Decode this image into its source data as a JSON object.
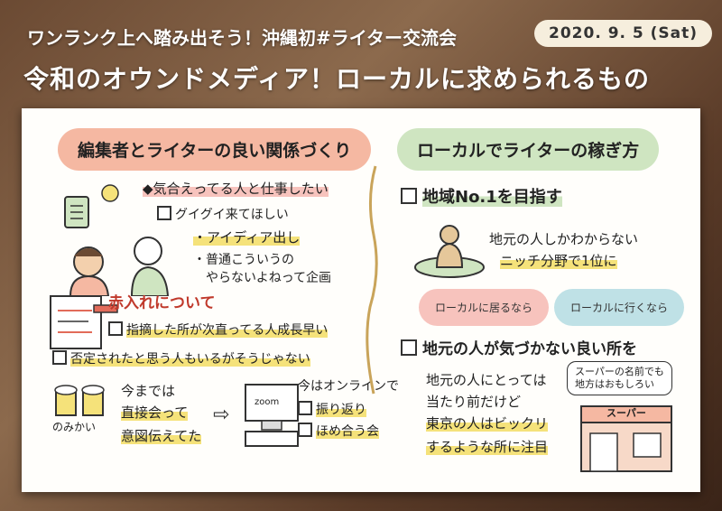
{
  "header": {
    "subtitle": "ワンランク上へ踏み出そう！沖縄初#ライター交流会",
    "title": "令和のオウンドメディア！ローカルに求められるもの",
    "date": "2020. 9. 5 (Sat)"
  },
  "left": {
    "heading": "編集者とライターの良い関係づくり",
    "point1": "◆気合えってる人と仕事したい",
    "point1_sub1": "グイグイ来てほしい",
    "bullet1": "・アイディア出し",
    "bullet2": "・普通こういうの",
    "bullet2_cont": "やらないよねって企画",
    "point2_title": "赤入れについて",
    "point2_sub1": "指摘した所が次直ってる人成長早い",
    "point2_sub2": "否定されたと思う人もいるがそうじゃない",
    "drink_label": "のみかい",
    "past_line1": "今までは",
    "past_line2": "直接会って",
    "past_line3": "意図伝えてた",
    "zoom_label": "zoom",
    "now_title": "今はオンラインで",
    "now_item1": "振り返り",
    "now_item2": "ほめ合う会"
  },
  "right": {
    "heading": "ローカルでライターの稼ぎ方",
    "point1": "地域No.1を目指す",
    "point1_line1": "地元の人しかわからない",
    "point1_line2": "ニッチ分野で1位に",
    "blob1": "ローカルに居るなら",
    "blob2": "ローカルに行くなら",
    "point2": "地元の人が気づかない良い所を",
    "point2_line1": "地元の人にとっては",
    "point2_line2": "当たり前だけど",
    "point2_line3": "東京の人はビックリ",
    "point2_line4": "するような所に注目",
    "bubble_line1": "スーパーの名前でも",
    "bubble_line2": "地方はおもしろい",
    "shop_sign": "スーパー"
  },
  "colors": {
    "pink": "#f5b8a2",
    "green": "#cfe5c1",
    "yellow": "#f5e27a",
    "brown": "#c9a45a",
    "board": "#fffefb"
  }
}
